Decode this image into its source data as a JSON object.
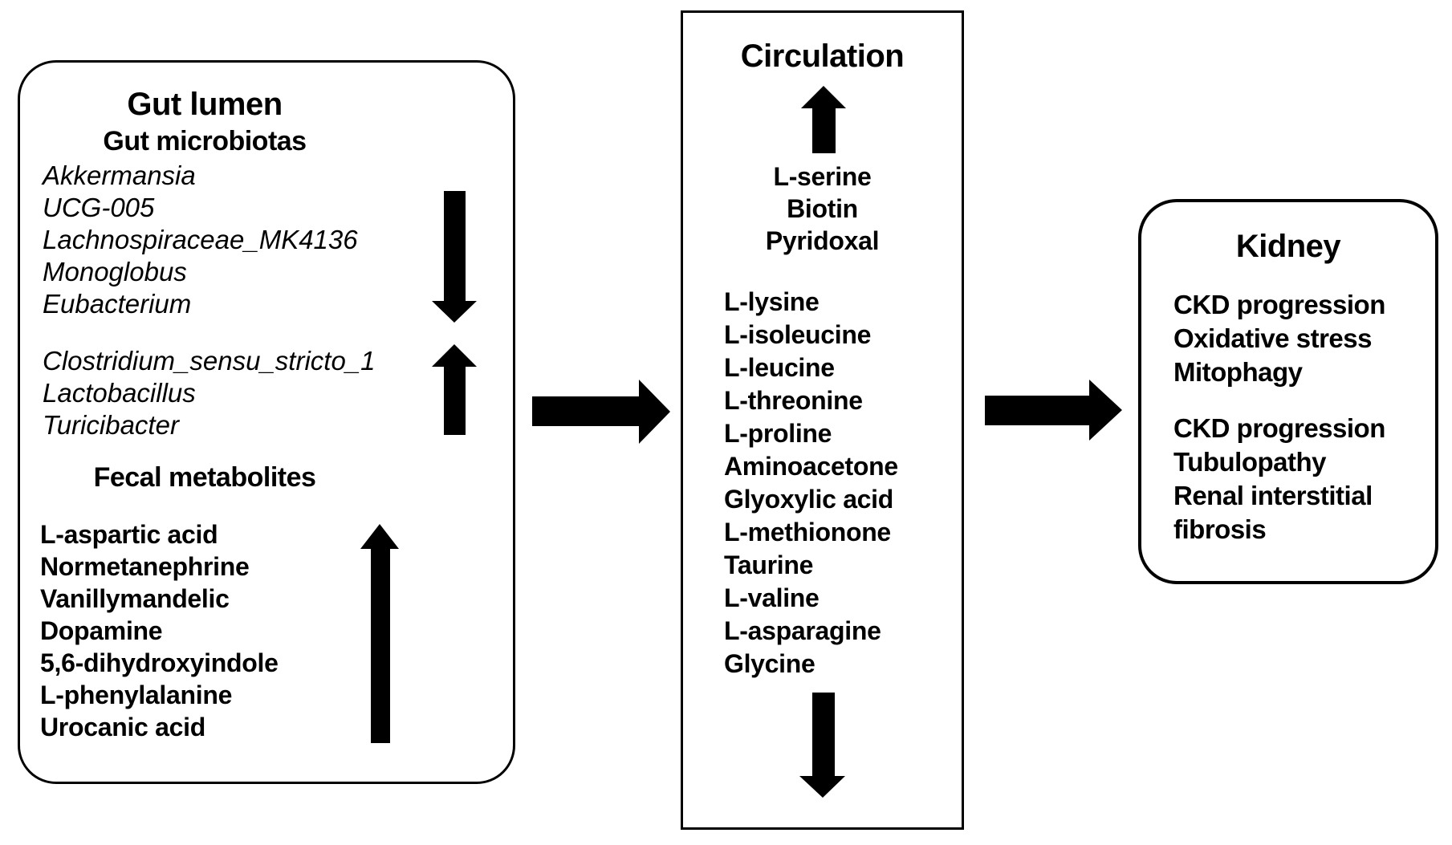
{
  "diagram": {
    "background_color": "#ffffff",
    "ink_color": "#000000"
  },
  "gut": {
    "title": "Gut lumen",
    "microbiota_header": "Gut microbiotas",
    "decreased_microbiotas": [
      "Akkermansia",
      "UCG-005",
      "Lachnospiraceae_MK4136",
      "Monoglobus",
      "Eubacterium"
    ],
    "decreased_microbiotas_trend": "decreased",
    "increased_microbiotas": [
      "Clostridium_sensu_stricto_1",
      "Lactobacillus",
      "Turicibacter"
    ],
    "increased_microbiotas_trend": "increased",
    "fecal_header": "Fecal metabolites",
    "increased_fecal_metabolites": [
      "L-aspartic acid",
      "Normetanephrine",
      "Vanillymandelic",
      "Dopamine",
      "5,6-dihydroxyindole",
      "L-phenylalanine",
      "Urocanic acid"
    ],
    "fecal_metabolites_trend": "increased"
  },
  "circulation": {
    "title": "Circulation",
    "increased_metabolites": [
      "L-serine",
      "Biotin",
      "Pyridoxal"
    ],
    "increased_metabolites_trend": "increased",
    "decreased_metabolites": [
      "L-lysine",
      "L-isoleucine",
      "L-leucine",
      "L-threonine",
      "L-proline",
      "Aminoacetone",
      "Glyoxylic acid",
      "L-methionone",
      "Taurine",
      "L-valine",
      "L-asparagine",
      "Glycine"
    ],
    "decreased_metabolites_trend": "decreased"
  },
  "kidney": {
    "title": "Kidney",
    "effects_group1": [
      "CKD progression",
      "Oxidative stress",
      "Mitophagy"
    ],
    "effects_group2": [
      "CKD progression",
      "Tubulopathy",
      "Renal interstitial fibrosis"
    ]
  },
  "icons": {
    "gut_microbiota_arrow": "down-arrow",
    "gut_increased_microbiota_arrow": "up-arrow",
    "fecal_metabolite_arrow": "up-arrow",
    "circulation_increase_arrow": "up-arrow",
    "circulation_decrease_arrow": "down-arrow",
    "gut_to_circulation_arrow": "right-arrow",
    "circulation_to_kidney_arrow": "right-arrow"
  }
}
